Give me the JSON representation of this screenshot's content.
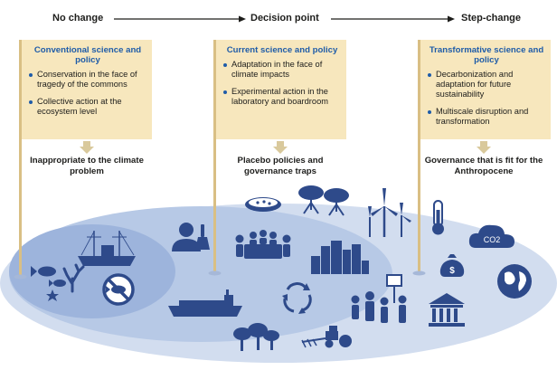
{
  "timeline": {
    "start_label": "No change",
    "middle_label": "Decision point",
    "end_label": "Step-change"
  },
  "stages": [
    {
      "title": "Conventional science and policy",
      "bullets": [
        "Conservation in the face of tragedy of the commons",
        "Collective action at the ecosystem level"
      ],
      "outcome": "Inappropriate to the climate problem"
    },
    {
      "title": "Current science and policy",
      "bullets": [
        "Adaptation in the face of climate impacts",
        "Experimental action in the laboratory and boardroom"
      ],
      "outcome": "Placebo policies and governance traps"
    },
    {
      "title": "Transformative science and policy",
      "bullets": [
        "Decarbonization and adaptation for future sustainability",
        "Multiscale disruption and transformation"
      ],
      "outcome": "Governance that is fit for the Anthropocene"
    }
  ],
  "icons": {
    "co2_cloud_text": "CO2"
  },
  "colors": {
    "card_fill": "#f7e7bd",
    "title_blue": "#1f5ca8",
    "icon_navy": "#2e4a8a",
    "ellipse_outer": "#d2ddef",
    "ellipse_middle": "#b7c9e6",
    "ellipse_inner": "#9db4dc",
    "pole": "#d9bf84",
    "arrow_beige": "#d9c99c"
  }
}
